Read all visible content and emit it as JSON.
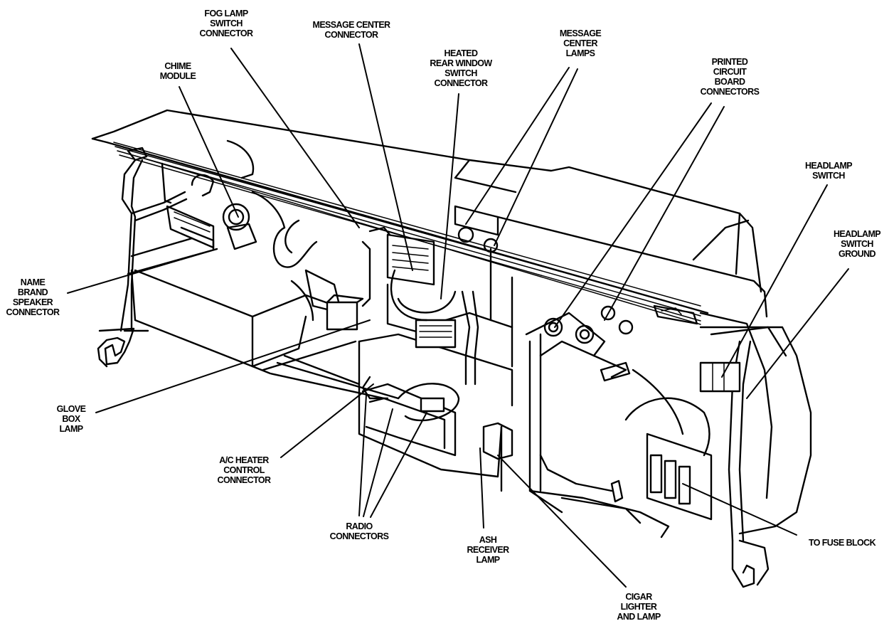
{
  "diagram": {
    "subject": "Instrument panel wiring harness",
    "colors": {
      "ink": "#000000",
      "paper": "#ffffff"
    },
    "labels": {
      "fog_lamp": [
        "FOG LAMP",
        "SWITCH",
        "CONNECTOR"
      ],
      "message_center_connector": [
        "MESSAGE CENTER",
        "CONNECTOR"
      ],
      "heated_rear_window": [
        "HEATED",
        "REAR WINDOW",
        "SWITCH",
        "CONNECTOR"
      ],
      "message_center_lamps": [
        "MESSAGE",
        "CENTER",
        "LAMPS"
      ],
      "chime_module": [
        "CHIME",
        "MODULE"
      ],
      "printed_circuit_board": [
        "PRINTED",
        "CIRCUIT",
        "BOARD",
        "CONNECTORS"
      ],
      "headlamp_switch": [
        "HEADLAMP",
        "SWITCH"
      ],
      "headlamp_switch_ground": [
        "HEADLAMP",
        "SWITCH",
        "GROUND"
      ],
      "name_brand_speaker": [
        "NAME",
        "BRAND",
        "SPEAKER",
        "CONNECTOR"
      ],
      "glove_box_lamp": [
        "GLOVE",
        "BOX",
        "LAMP"
      ],
      "ac_heater_control": [
        "A/C HEATER",
        "CONTROL",
        "CONNECTOR"
      ],
      "radio_connectors": [
        "RADIO",
        "CONNECTORS"
      ],
      "ash_receiver_lamp": [
        "ASH",
        "RECEIVER",
        "LAMP"
      ],
      "cigar_lighter": [
        "CIGAR",
        "LIGHTER",
        "AND LAMP"
      ],
      "to_fuse_block": [
        "TO FUSE BLOCK"
      ]
    }
  }
}
